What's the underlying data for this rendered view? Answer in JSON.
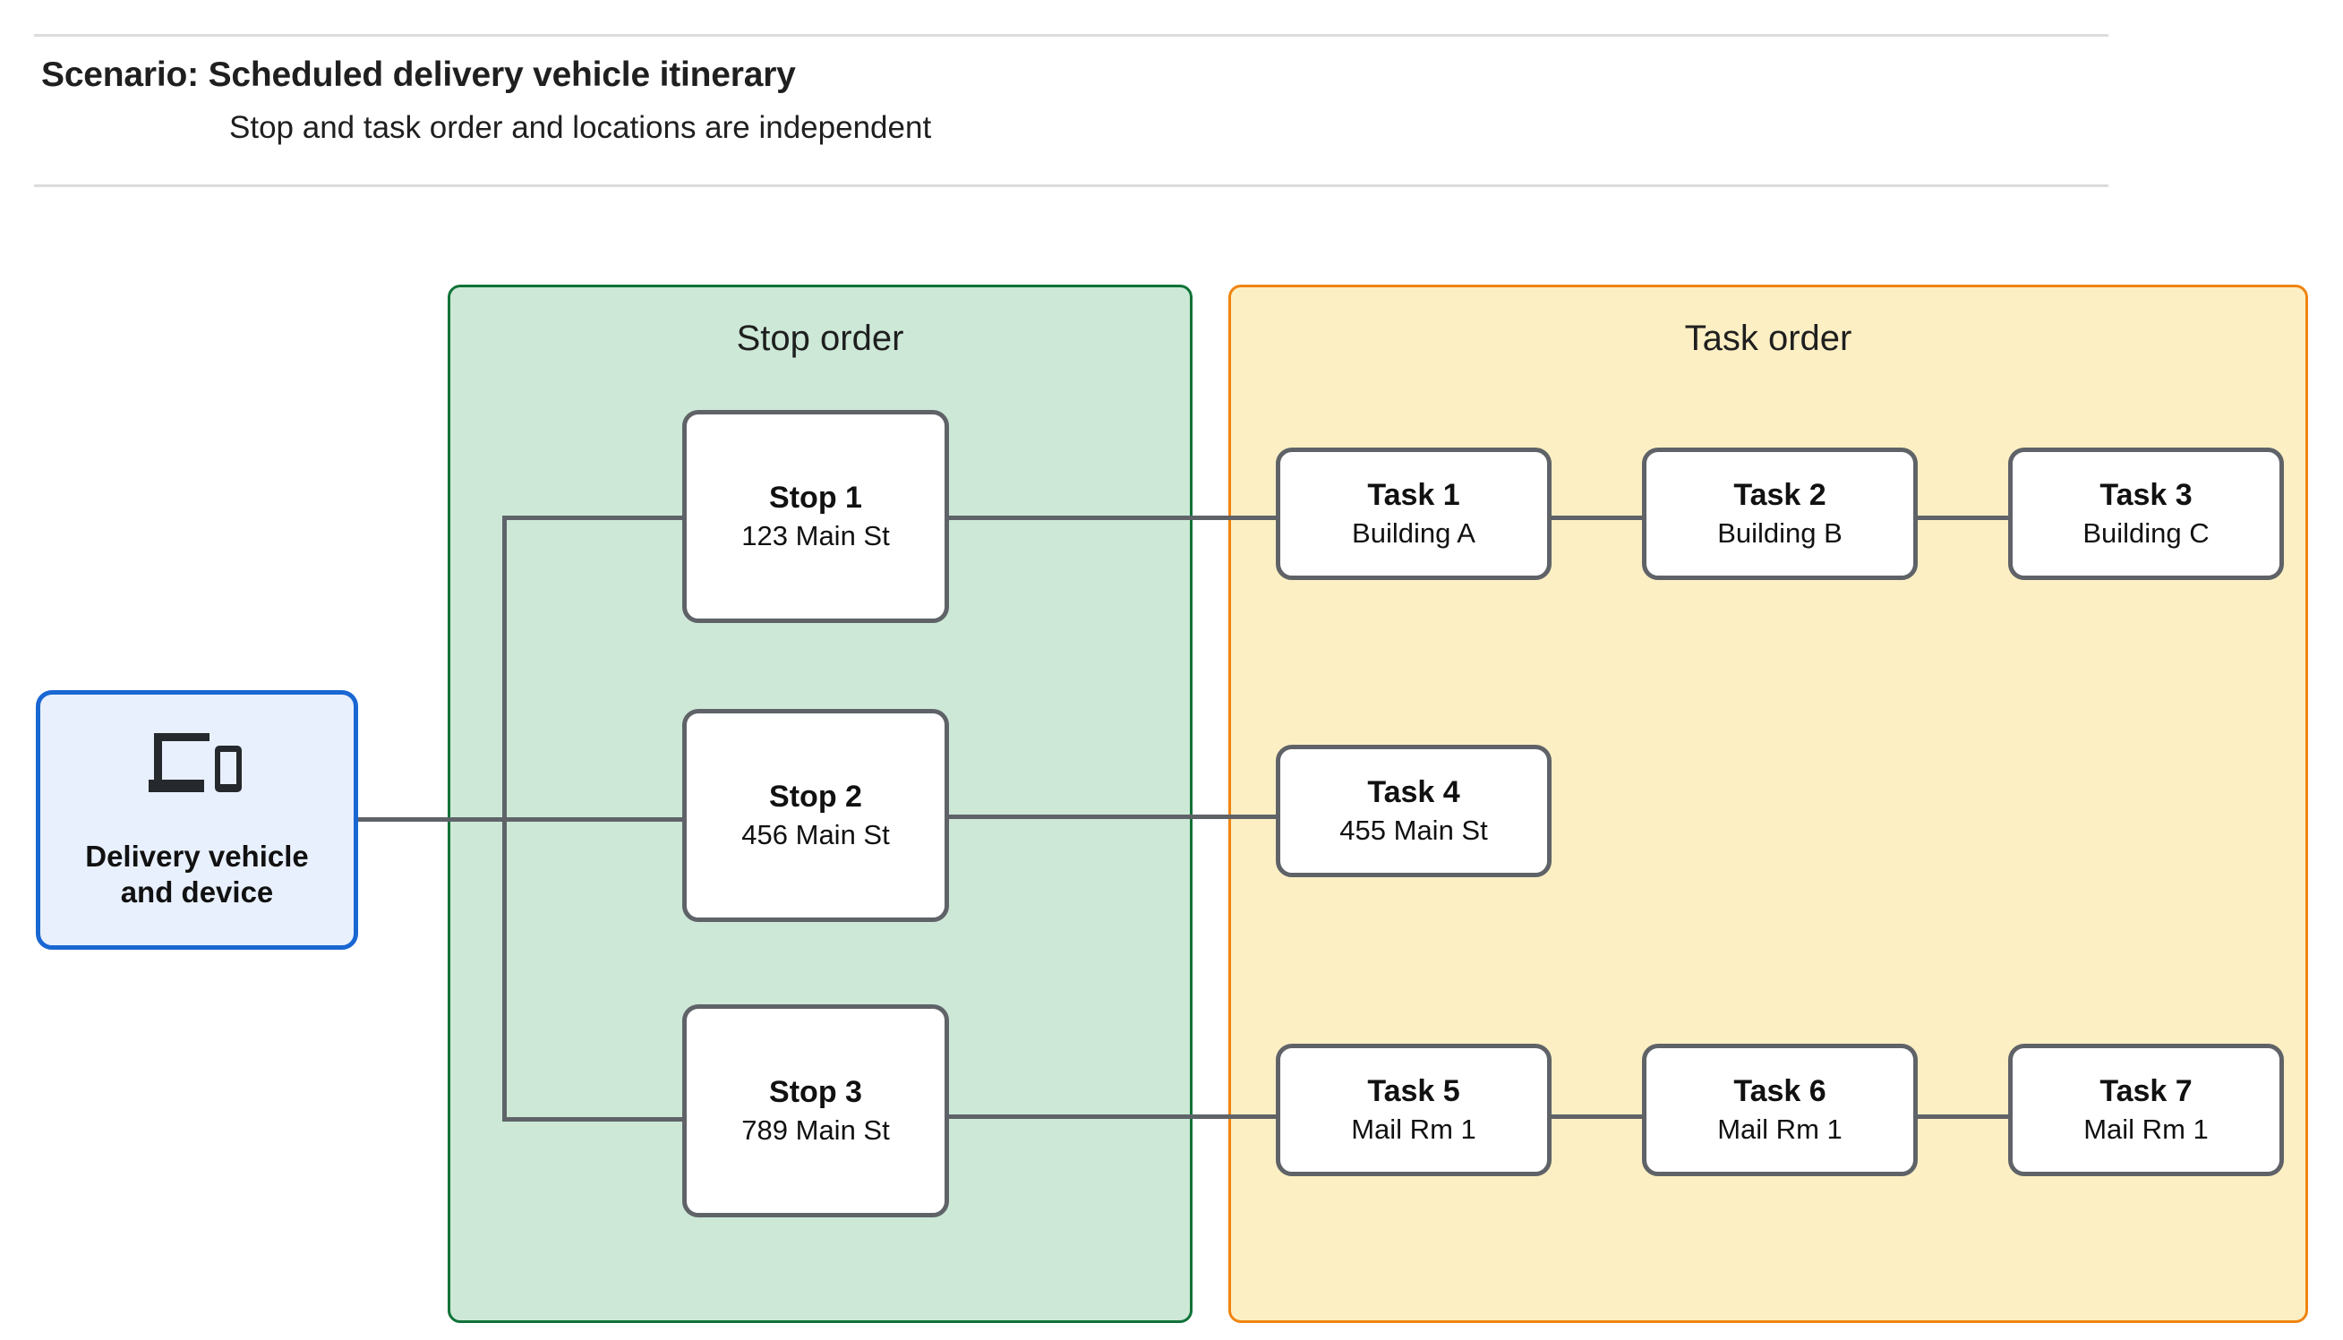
{
  "header": {
    "title": "Scenario: Scheduled delivery vehicle itinerary",
    "subtitle": "Stop and task order and locations are independent"
  },
  "device": {
    "icon": "devices-laptop-phone-icon",
    "label": "Delivery vehicle and device",
    "label_line1": "Delivery vehicle",
    "label_line2": "and device",
    "border_color": "#1967d2",
    "fill_color": "#e8f0fe"
  },
  "panels": {
    "stop": {
      "title": "Stop order",
      "fill_color": "#cde8d7",
      "border_color": "#0f7337"
    },
    "task": {
      "title": "Task order",
      "fill_color": "#fcefc3",
      "border_color": "#ef8412"
    }
  },
  "stops": [
    {
      "title": "Stop 1",
      "address": "123 Main St"
    },
    {
      "title": "Stop 2",
      "address": "456 Main St"
    },
    {
      "title": "Stop 3",
      "address": "789 Main St"
    }
  ],
  "task_rows": [
    {
      "stop_index": 0,
      "tasks": [
        {
          "title": "Task 1",
          "location": "Building A"
        },
        {
          "title": "Task 2",
          "location": "Building B"
        },
        {
          "title": "Task 3",
          "location": "Building C"
        }
      ]
    },
    {
      "stop_index": 1,
      "tasks": [
        {
          "title": "Task 4",
          "location": "455 Main St"
        }
      ]
    },
    {
      "stop_index": 2,
      "tasks": [
        {
          "title": "Task 5",
          "location": "Mail Rm 1"
        },
        {
          "title": "Task 6",
          "location": "Mail Rm 1"
        },
        {
          "title": "Task 7",
          "location": "Mail Rm 1"
        }
      ]
    }
  ],
  "connector_color": "#5f6368"
}
